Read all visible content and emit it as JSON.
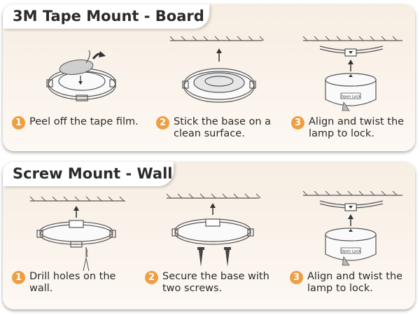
{
  "sections": [
    {
      "title": "3M Tape Mount - Board",
      "steps": [
        {
          "number": "1",
          "text": "Peel off the tape film."
        },
        {
          "number": "2",
          "text": "Stick the base on a clean surface."
        },
        {
          "number": "3",
          "text": "Align and twist the lamp to lock."
        }
      ]
    },
    {
      "title": "Screw Mount - Wall",
      "steps": [
        {
          "number": "1",
          "text": "Drill holes on the wall."
        },
        {
          "number": "2",
          "text": "Secure the base with two screws."
        },
        {
          "number": "3",
          "text": "Align and twist the lamp to lock."
        }
      ]
    }
  ],
  "lamp_label": "Open Lock",
  "colors": {
    "accent": "#ef9e42",
    "panel_bg": "#f7eee3",
    "line": "#555555"
  }
}
